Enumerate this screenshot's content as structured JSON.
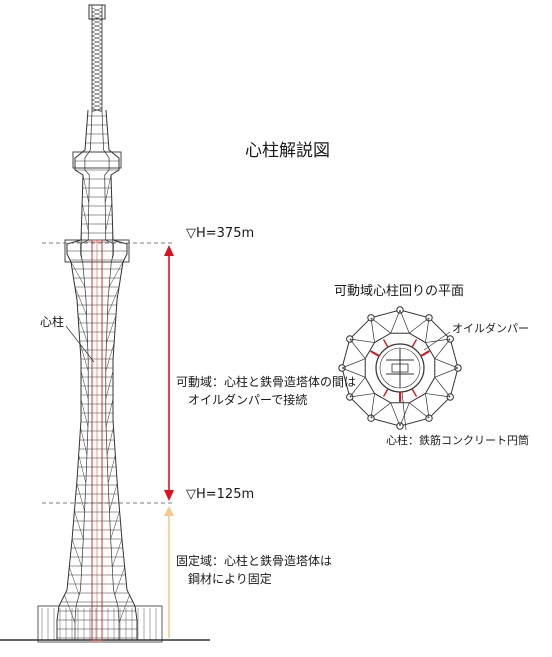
{
  "title": "心柱解説図",
  "elevation_top": "▽H=375m",
  "elevation_bottom": "▽H=125m",
  "plan_title": "可動域心柱回りの平面",
  "oil_damper_label": "オイルダンパー",
  "core_label": "心柱：鉄筋コンクリート円筒",
  "shinbashira_label": "心柱",
  "movable_zone": {
    "line1": "可動域：心柱と鉄骨造塔体の間は",
    "line2": "オイルダンパーで接続"
  },
  "fixed_zone": {
    "line1": "固定域：心柱と鉄骨造塔体は",
    "line2": "鋼材により固定"
  },
  "colors": {
    "movable_arrow": "#e0101a",
    "fixed_arrow": "#f6c98a",
    "core_outline": "#c0392b",
    "lines": "#333333"
  }
}
